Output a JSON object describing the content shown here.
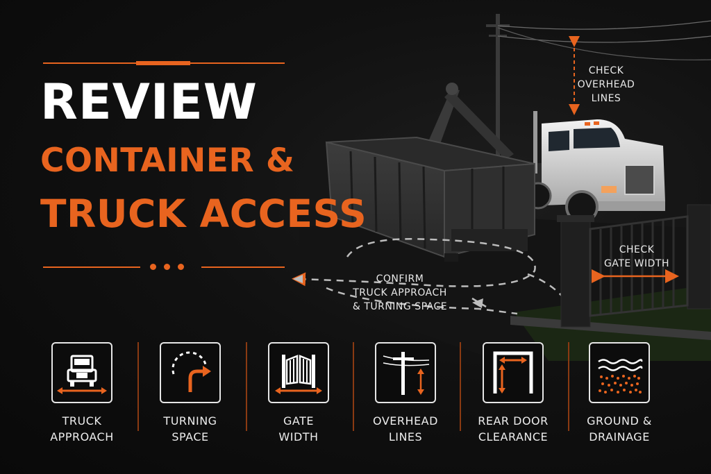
{
  "title": {
    "line1": "REVIEW",
    "line2": "CONTAINER &",
    "line3": "TRUCK ACCESS"
  },
  "colors": {
    "accent": "#e8641f",
    "text": "#ffffff",
    "background": "#0b0b0b"
  },
  "callouts": {
    "overhead": [
      "CHECK",
      "OVERHEAD",
      "LINES"
    ],
    "approach": [
      "CONFIRM",
      "TRUCK APPROACH",
      "& TURNING SPACE"
    ],
    "gate": [
      "CHECK",
      "GATE WIDTH"
    ]
  },
  "checklist": [
    {
      "icon": "truck-approach-icon",
      "line1": "TRUCK",
      "line2": "APPROACH"
    },
    {
      "icon": "turning-space-icon",
      "line1": "TURNING",
      "line2": "SPACE"
    },
    {
      "icon": "gate-width-icon",
      "line1": "GATE",
      "line2": "WIDTH"
    },
    {
      "icon": "overhead-lines-icon",
      "line1": "OVERHEAD",
      "line2": "LINES"
    },
    {
      "icon": "rear-door-clearance-icon",
      "line1": "REAR DOOR",
      "line2": "CLEARANCE"
    },
    {
      "icon": "ground-drainage-icon",
      "line1": "GROUND &",
      "line2": "DRAINAGE"
    }
  ]
}
